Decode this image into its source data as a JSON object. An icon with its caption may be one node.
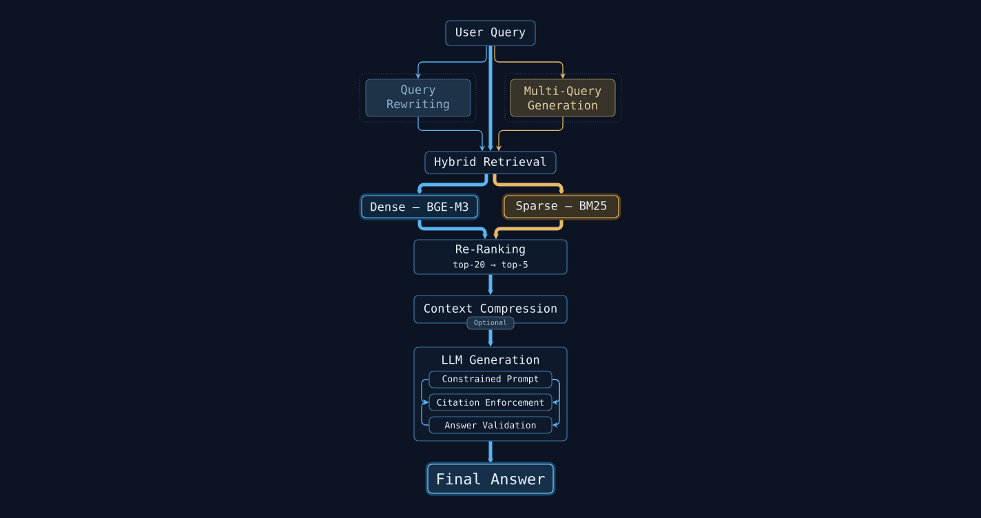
{
  "diagram": {
    "nodes": [
      {
        "text": [
          "User Query"
        ]
      },
      {
        "text": [
          "Query Rewriting"
        ]
      },
      {
        "text": [
          "Multi-Query Generation"
        ]
      },
      {
        "text": [
          "Hybrid Retrieval"
        ]
      },
      {
        "text": [
          "Dense — BGE-M3"
        ]
      },
      {
        "text": [
          "Sparse — BM25"
        ]
      },
      {
        "text": [
          "Re-Ranking",
          "top-20 → top-5"
        ]
      },
      {
        "text": [
          "Context Compression"
        ]
      },
      {
        "text": [
          "Optional"
        ]
      },
      {
        "text": [
          "LLM Generation"
        ]
      },
      {
        "text": [
          "Constrained Prompt"
        ],
        "in": 9
      },
      {
        "text": [
          "Citation Enforcement"
        ],
        "in": 9
      },
      {
        "text": [
          "Answer Validation"
        ],
        "in": 9
      },
      {
        "text": [
          "Final Answer"
        ]
      }
    ],
    "edges": [
      {
        "from": 0,
        "to": 3,
        "arrow": "to",
        "style": "thick"
      },
      {
        "from": 0,
        "to": 1,
        "arrow": "to"
      },
      {
        "from": 0,
        "to": 2,
        "arrow": "to",
        "color": "#e8b86a"
      },
      {
        "from": 1,
        "to": 3,
        "arrow": "to"
      },
      {
        "from": 2,
        "to": 3,
        "arrow": "to",
        "color": "#e8b86a"
      },
      {
        "from": 3,
        "to": 4,
        "arrow": "to",
        "style": "thick"
      },
      {
        "from": 3,
        "to": 5,
        "arrow": "to",
        "style": "thick",
        "color": "#e8b86a"
      },
      {
        "from": 4,
        "to": 6,
        "arrow": "to",
        "style": "thick"
      },
      {
        "from": 5,
        "to": 6,
        "arrow": "to",
        "style": "thick",
        "color": "#e8b86a"
      },
      {
        "from": 6,
        "to": 7,
        "arrow": "to",
        "style": "thick"
      },
      {
        "from": 8,
        "to": 9,
        "arrow": "to",
        "style": "thick"
      },
      {
        "from": 9,
        "to": 13,
        "arrow": "to",
        "style": "thick"
      },
      {
        "from": 10,
        "to": 11,
        "arrow": "to"
      },
      {
        "from": 12,
        "to": 11,
        "arrow": "to"
      },
      {
        "from": 10,
        "to": 11,
        "arrow": "to"
      },
      {
        "from": 10,
        "to": 12,
        "arrow": "to"
      }
    ]
  }
}
